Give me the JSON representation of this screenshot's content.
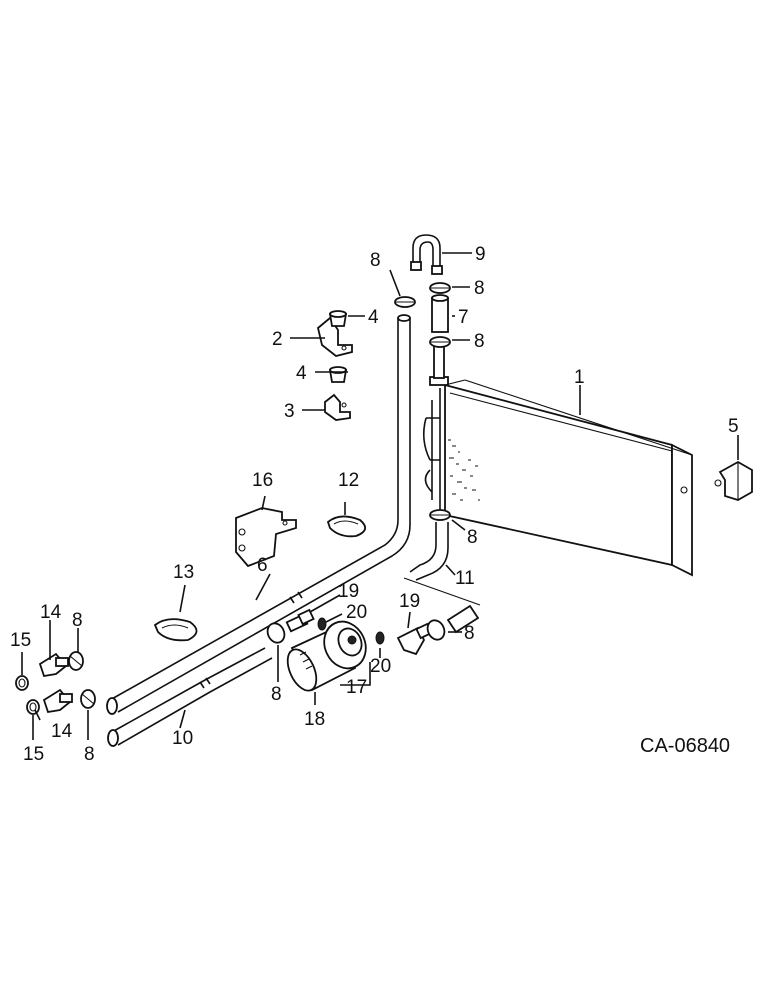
{
  "drawing_code": "CA-06840",
  "callouts": [
    "1",
    "2",
    "3",
    "4",
    "4",
    "5",
    "6",
    "7",
    "8",
    "8",
    "8",
    "8",
    "8",
    "8",
    "8",
    "8",
    "9",
    "10",
    "11",
    "12",
    "13",
    "14",
    "14",
    "15",
    "15",
    "16",
    "17",
    "18",
    "19",
    "19",
    "20",
    "20"
  ]
}
